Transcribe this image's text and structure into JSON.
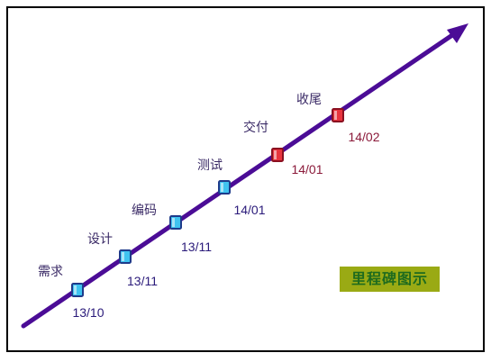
{
  "title": "里程碑图示",
  "colors": {
    "arrow": "#4b0c96",
    "stage_text": "#3a2a66",
    "date_blue": "#2a1a7a",
    "date_red": "#8b1a3a",
    "marker_blue_fill": "#3fc3f0",
    "marker_blue_border": "#1e3a8a",
    "marker_red_fill": "#e8343e",
    "marker_red_border": "#8a1020",
    "title_bg": "#9aaa14",
    "title_text": "#1e6b1e"
  },
  "milestones": [
    {
      "stage": "需求",
      "date": "13/10",
      "status": "done"
    },
    {
      "stage": "设计",
      "date": "13/11",
      "status": "done"
    },
    {
      "stage": "编码",
      "date": "13/11",
      "status": "done"
    },
    {
      "stage": "测试",
      "date": "14/01",
      "status": "done"
    },
    {
      "stage": "交付",
      "date": "14/01",
      "status": "pending"
    },
    {
      "stage": "收尾",
      "date": "14/02",
      "status": "pending"
    }
  ]
}
